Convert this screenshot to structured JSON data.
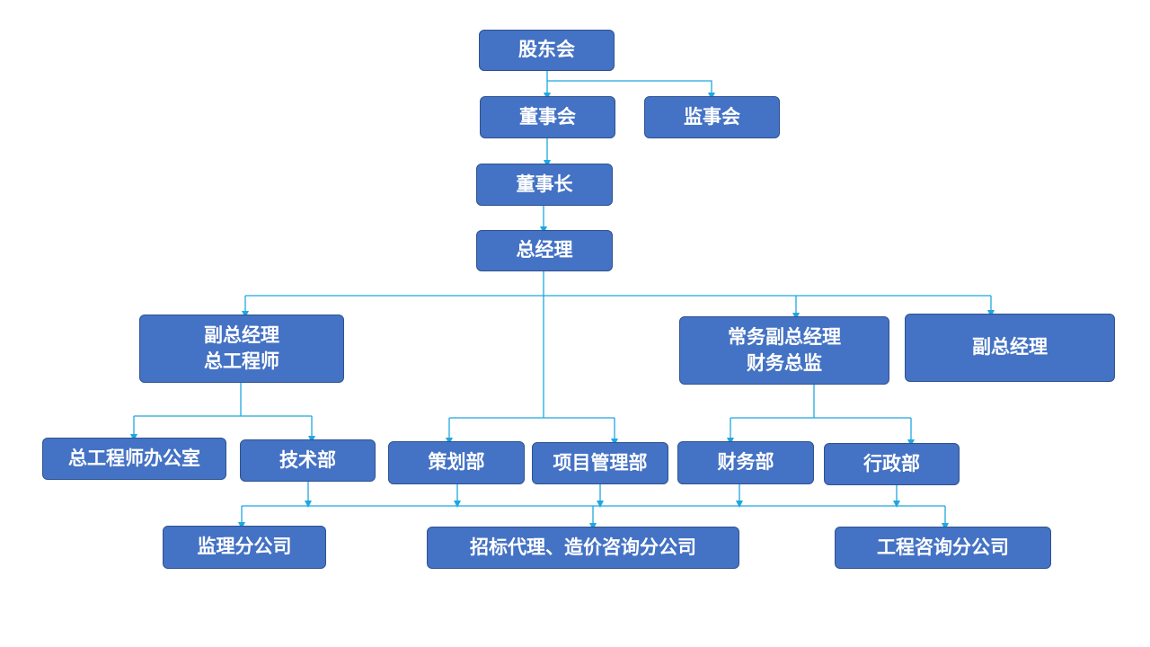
{
  "colors": {
    "box_fill": "#4472C4",
    "box_border": "#2F528F",
    "text": "#FFFFFF",
    "connector": "#1EA7E0"
  },
  "nodes": {
    "shareholders": [
      "股东会"
    ],
    "board": [
      "董事会"
    ],
    "supervisors": [
      "监事会"
    ],
    "chairman": [
      "董事长"
    ],
    "gm": [
      "总经理"
    ],
    "vp_chief_engineer": [
      "副总经理",
      "总工程师"
    ],
    "executive_vp_cfo": [
      "常务副总经理",
      "财务总监"
    ],
    "vp": [
      "副总经理"
    ],
    "chief_engineer_office": [
      "总工程师办公室"
    ],
    "tech_dept": [
      "技术部"
    ],
    "planning_dept": [
      "策划部"
    ],
    "project_mgmt_dept": [
      "项目管理部"
    ],
    "finance_dept": [
      "财务部"
    ],
    "admin_dept": [
      "行政部"
    ],
    "supervision_branch": [
      "监理分公司"
    ],
    "bidding_cost_branch": [
      "招标代理、造价咨询分公司"
    ],
    "engineering_consulting_branch": [
      "工程咨询分公司"
    ]
  }
}
